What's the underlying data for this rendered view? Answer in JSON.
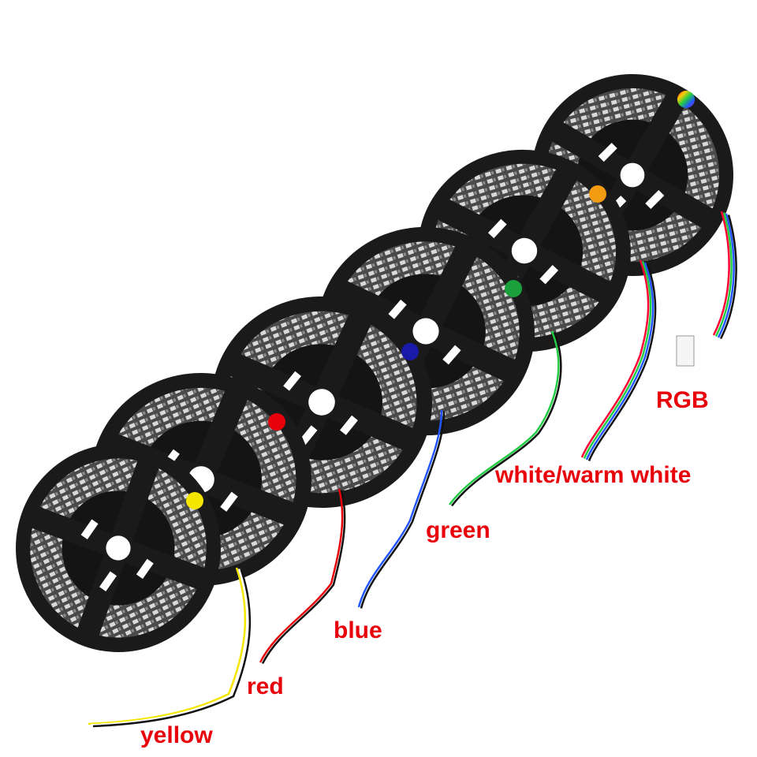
{
  "theme": {
    "label_color": "#e8000b",
    "reel_color": "#1a1a1a",
    "strip_color": "#f2f2f2"
  },
  "labels": {
    "rgb": "RGB",
    "white": "white/warm white",
    "green": "green",
    "blue": "blue",
    "red": "red",
    "yellow": "yellow"
  },
  "reels": [
    {
      "name": "rgb",
      "dot_color": "multicolor"
    },
    {
      "name": "white",
      "dot_color": "#f39c12"
    },
    {
      "name": "green",
      "dot_color": "#1aa03c"
    },
    {
      "name": "blue",
      "dot_color": "#1a1aa8"
    },
    {
      "name": "red",
      "dot_color": "#e8000b"
    },
    {
      "name": "yellow",
      "dot_color": "#f5e600"
    }
  ]
}
